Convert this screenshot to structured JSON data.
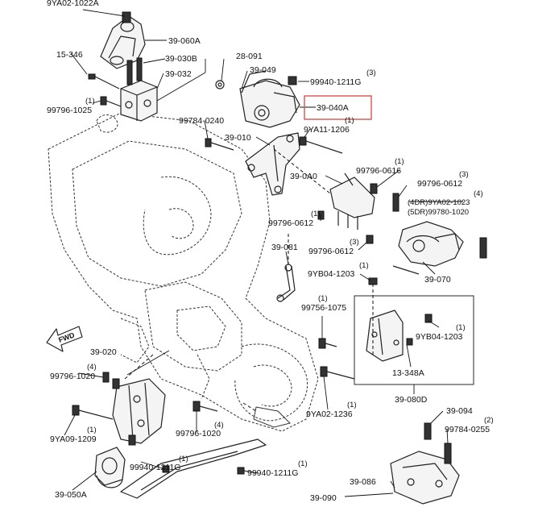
{
  "labels": {
    "l_9ya02_1022a": "9YA02-1022A",
    "l_39_060a": "39-060A",
    "l_15_346": "15-346",
    "l_39_030b": "39-030B",
    "l_28_091": "28-091",
    "l_39_032": "39-032",
    "l_39_049": "39-049",
    "l_99940_1211g_top": "99940-1211G",
    "l_99940_1211g_top_q": "(3)",
    "l_99796_1025": "99796-1025",
    "l_99796_1025_q": "(1)",
    "l_39_040a": "39-040A",
    "l_99784_0240": "99784-0240",
    "l_9ya11_1206": "9YA11-1206",
    "l_9ya11_1206_q": "(1)",
    "l_39_010": "39-010",
    "l_39_0a0": "39-0A0",
    "l_99796_0616": "99796-0616",
    "l_99796_0616_q": "(1)",
    "l_99796_0612_r": "99796-0612",
    "l_99796_0612_r_q": "(3)",
    "l_4dr_9ya02_1023": "(4DR)9YA02-1023",
    "l_4dr_q": "(4)",
    "l_5dr_99780_1020": "(5DR)99780-1020",
    "l_99796_0612_l": "99796-0612",
    "l_99796_0612_l_q": "(1)",
    "l_39_081": "39-081",
    "l_99796_0612_m": "99796-0612",
    "l_99796_0612_m_q": "(3)",
    "l_9yb04_1203_top": "9YB04-1203",
    "l_9yb04_1203_top_q": "(1)",
    "l_39_070": "39-070",
    "l_99756_1075": "99756-1075",
    "l_99756_1075_q": "(1)",
    "l_9yb04_1203_box": "9YB04-1203",
    "l_9yb04_1203_box_q": "(1)",
    "l_13_348a": "13-348A",
    "l_fwd": "FWD",
    "l_39_020": "39-020",
    "l_99796_1020_l": "99796-1020",
    "l_99796_1020_l_q": "(4)",
    "l_39_080d": "39-080D",
    "l_9ya02_1236": "9YA02-1236",
    "l_9ya02_1236_q": "(1)",
    "l_39_094": "39-094",
    "l_99784_0255": "99784-0255",
    "l_99784_0255_q": "(2)",
    "l_9ya09_1209": "9YA09-1209",
    "l_9ya09_1209_q": "(1)",
    "l_99796_1020_b": "99796-1020",
    "l_99796_1020_b_q": "(4)",
    "l_99940_1211g_b1": "99940-1211G",
    "l_99940_1211g_b1_q": "(1)",
    "l_99940_1211g_b2": "99940-1211G",
    "l_99940_1211g_b2_q": "(1)",
    "l_39_050a": "39-050A",
    "l_39_086": "39-086",
    "l_39_090": "39-090"
  },
  "colors": {
    "highlight": "#d9534f",
    "line": "#222222",
    "background": "#ffffff"
  }
}
